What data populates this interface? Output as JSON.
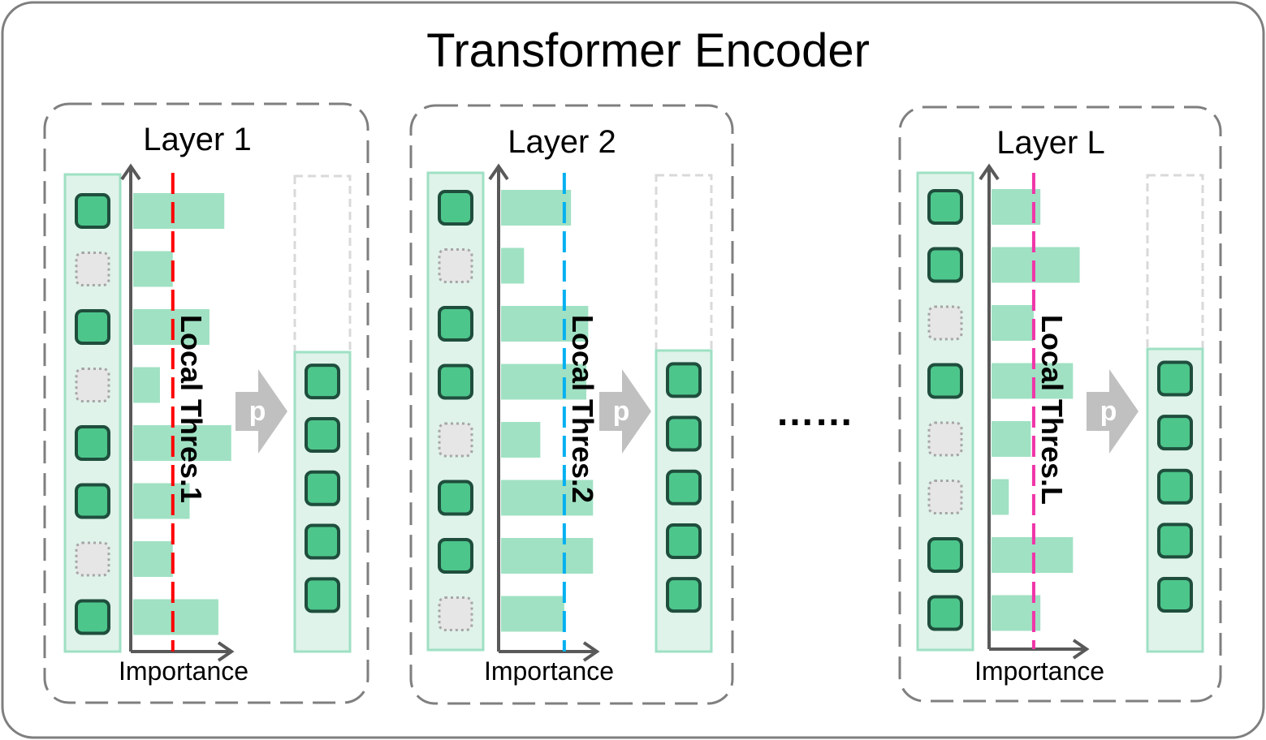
{
  "title": "Transformer Encoder",
  "ellipsis": "……",
  "colors": {
    "outer_border": "#7f7f7f",
    "layer_border": "#7f7f7f",
    "token_fill": "#4dc68b",
    "token_border": "#1f4e3d",
    "column_fill": "#dff3ea",
    "column_border": "#9fe0c4",
    "pruned_fill": "#e6e6e6",
    "pruned_border": "#a6a6a6",
    "bar_fill": "#a0e1c3",
    "axis": "#595959",
    "prune_arrow": "#c0c0c0"
  },
  "layers": [
    {
      "title": "Layer 1",
      "axis_label": "Importance",
      "threshold_label": "Local Thres.1",
      "threshold_color": "#ff0000",
      "threshold_value": 0.4,
      "prune_label": "p",
      "tokens": [
        "kept",
        "pruned",
        "kept",
        "pruned",
        "kept",
        "kept",
        "pruned",
        "kept"
      ],
      "importance": [
        0.92,
        0.4,
        0.77,
        0.27,
        0.99,
        0.57,
        0.4,
        0.86
      ],
      "kept_count": 5
    },
    {
      "title": "Layer 2",
      "axis_label": "Importance",
      "threshold_label": "Local Thres.2",
      "threshold_color": "#00b0f0",
      "threshold_value": 0.66,
      "prune_label": "p",
      "tokens": [
        "kept",
        "pruned",
        "kept",
        "kept",
        "pruned",
        "kept",
        "kept",
        "pruned"
      ],
      "importance": [
        0.73,
        0.24,
        0.91,
        0.89,
        0.41,
        0.96,
        0.96,
        0.66
      ],
      "kept_count": 5
    },
    {
      "title": "Layer L",
      "axis_label": "Importance",
      "threshold_label": "Local Thres.L",
      "threshold_color": "#f035a8",
      "threshold_value": 0.44,
      "prune_label": "p",
      "tokens": [
        "kept",
        "kept",
        "pruned",
        "kept",
        "pruned",
        "pruned",
        "kept",
        "kept"
      ],
      "importance": [
        0.51,
        0.92,
        0.44,
        0.85,
        0.41,
        0.18,
        0.85,
        0.51
      ],
      "kept_count": 5
    }
  ]
}
